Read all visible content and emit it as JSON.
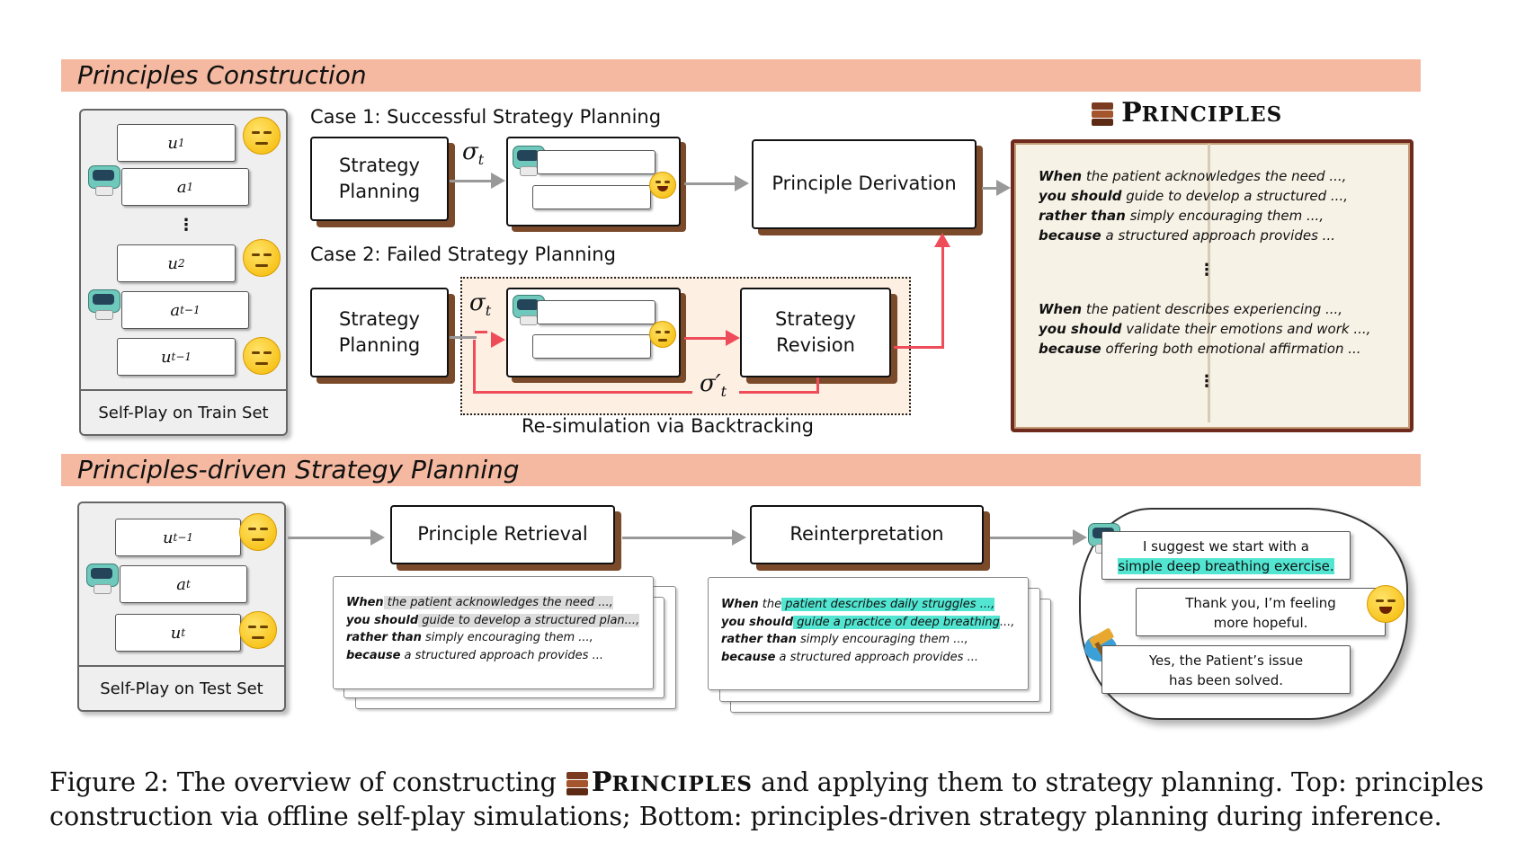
{
  "top_band": {
    "title": "Principles Construction"
  },
  "bottom_band": {
    "title": "Principles-driven Strategy Planning"
  },
  "train_panel": {
    "utterances": [
      "u",
      "a",
      "u",
      "a",
      "u"
    ],
    "subs": [
      "1",
      "1",
      "2",
      "t−1",
      "t−1"
    ],
    "footer": "Self-Play on Train Set",
    "ellipsis": "⋮"
  },
  "case1": {
    "heading": "Case 1: Successful Strategy Planning",
    "strategy_box": [
      "Strategy",
      "Planning"
    ],
    "sigma": "σ",
    "sigma_sub": "t"
  },
  "case2": {
    "heading": "Case 2: Failed Strategy Planning",
    "strategy_box": [
      "Strategy",
      "Planning"
    ],
    "sigma": "σ",
    "sigma_sub": "t",
    "revision_box": [
      "Strategy",
      "Revision"
    ],
    "sigma_prime": "σ′",
    "sigma_prime_sub": "t",
    "resim_label": "Re-simulation via Backtracking"
  },
  "derivation": {
    "label": "Principle Derivation"
  },
  "principles_book": {
    "title_P": "P",
    "title_rest": "RINCIPLES",
    "entry1": [
      {
        "b": "When",
        "t": " the patient acknowledges the need ...,"
      },
      {
        "b": "you should",
        "t": " guide to develop a structured ...,"
      },
      {
        "b": "rather than",
        "t": " simply encouraging them ...,"
      },
      {
        "b": "because",
        "t": " a structured approach provides ..."
      }
    ],
    "entry2": [
      {
        "b": "When",
        "t": " the patient describes experiencing ...,"
      },
      {
        "b": "you should",
        "t": " validate their emotions and work ...,"
      },
      {
        "b": "because",
        "t": " offering both emotional affirmation ..."
      }
    ],
    "ellipsis": "⋮"
  },
  "test_panel": {
    "utterances": [
      "u",
      "a",
      "u"
    ],
    "subs": [
      "t−1",
      "t",
      "t"
    ],
    "footer": "Self-Play on Test Set"
  },
  "retrieval": {
    "label": "Principle Retrieval",
    "card": {
      "l1_b": "When",
      "l1_t": " the patient acknowledges the need ...,",
      "l2_b": "you should",
      "l2_t": " guide to develop a structured plan...,",
      "l3_b": "rather than",
      "l3_t": " simply encouraging them ...,",
      "l4_b": "because",
      "l4_t": " a structured approach provides ..."
    }
  },
  "reinterpretation": {
    "label": "Reinterpretation",
    "card": {
      "l1_b": "When",
      "l1_pre": " the",
      "l1_hl": " patient describes daily struggles ...,",
      "l2_b": "you should",
      "l2_hl": " guide a practice of deep breathing",
      "l2_post": "...,",
      "l3_b": "rather than",
      "l3_t": " simply encouraging them ...,",
      "l4_b": "because",
      "l4_t": " a structured approach provides ..."
    }
  },
  "dialogue": {
    "b1_line1": "I suggest we start with a",
    "b1_line2": "simple deep breathing exercise.",
    "b2_line1": "Thank you, I’m feeling",
    "b2_line2": "more hopeful.",
    "b3_line1": "Yes, the Patient’s issue",
    "b3_line2": "has been solved."
  },
  "caption": {
    "prefix": "Figure 2: The overview of constructing ",
    "name_P": "P",
    "name_rest": "RINCIPLES",
    "suffix": " and applying them to strategy planning. Top: principles",
    "line2": "construction via offline self-play simulations; Bottom: principles-driven strategy planning during inference."
  },
  "colors": {
    "band": "#f4b9a0",
    "arrow_gray": "#999999",
    "arrow_red": "#ef4c5a",
    "box_shadow": "#7a4a2a",
    "highlight_teal": "#52e6d2",
    "resim_bg": "#fdf0e3"
  }
}
